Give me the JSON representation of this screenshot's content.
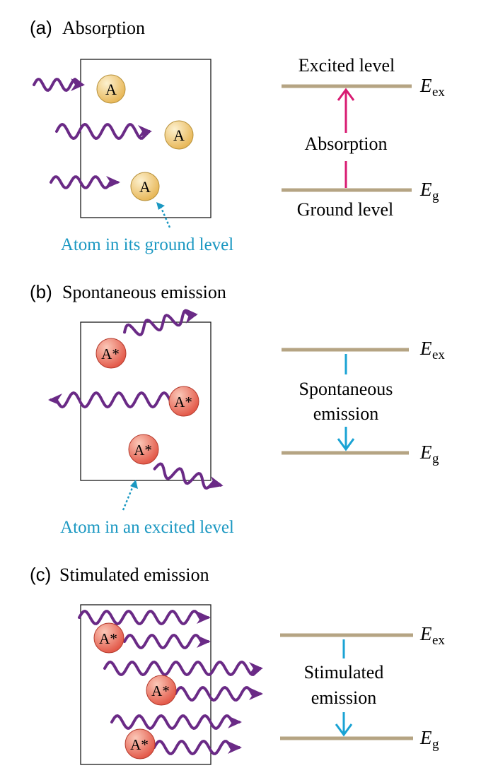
{
  "colors": {
    "photon": "#6a2a86",
    "box": "#1a1a1a",
    "level_line": "#b5a483",
    "absorption_arrow": "#d81b72",
    "emission_arrow": "#1aa3d4",
    "callout": "#1b98c2",
    "ground_atom_fill": "#f2c873",
    "excited_atom_fill": "#ec6e5e",
    "text": "#222222"
  },
  "icons": {
    "photon": "wavy-arrow",
    "ground_atom": "circle-labeled-A",
    "excited_atom": "circle-labeled-A-star"
  },
  "panels": [
    {
      "id": "a",
      "tag": "(a)",
      "title": "Absorption",
      "upper_line_label": "Excited level",
      "process_label": [
        "Absorption"
      ],
      "lower_line_label": "Ground level",
      "callout": "Atom in its ground level",
      "transition": "up"
    },
    {
      "id": "b",
      "tag": "(b)",
      "title": "Spontaneous emission",
      "upper_line_label": "",
      "process_label": [
        "Spontaneous",
        "emission"
      ],
      "lower_line_label": "",
      "callout": "Atom in an excited level",
      "transition": "down"
    },
    {
      "id": "c",
      "tag": "(c)",
      "title": "Stimulated emission",
      "upper_line_label": "",
      "process_label": [
        "Stimulated",
        "emission"
      ],
      "lower_line_label": "",
      "callout": "",
      "transition": "down"
    }
  ],
  "energy_labels": {
    "excited_symbol": "E",
    "excited_sub": "ex",
    "ground_symbol": "E",
    "ground_sub": "g"
  },
  "atoms": {
    "ground_label": "A",
    "excited_label": "A*"
  }
}
